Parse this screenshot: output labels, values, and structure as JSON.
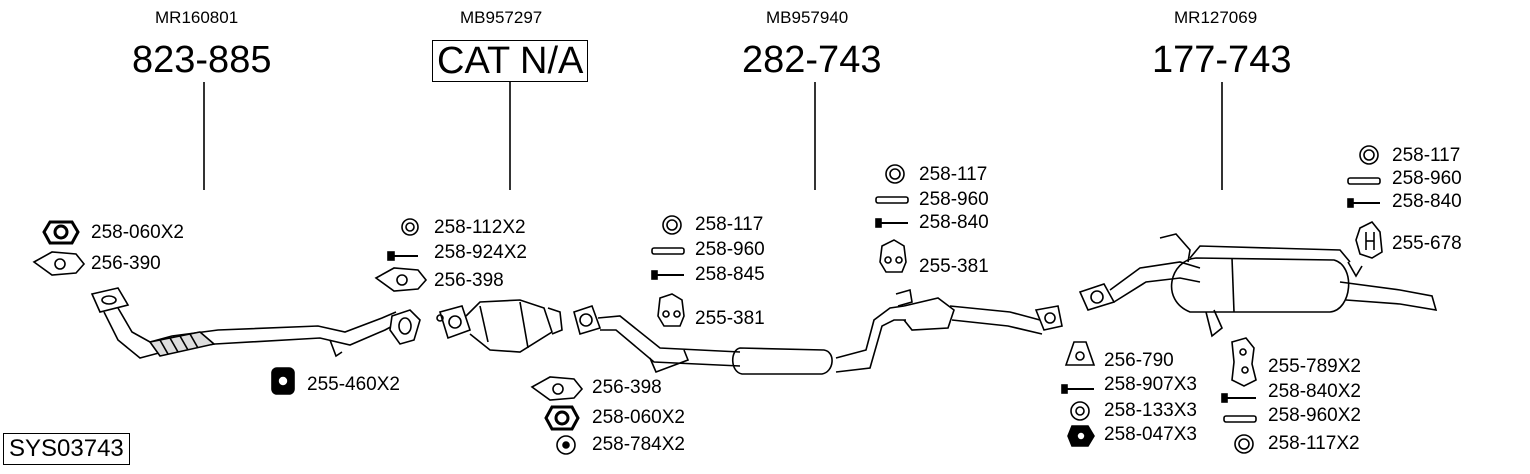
{
  "sections": [
    {
      "oem": "MR160801",
      "part": "823-885",
      "boxed": false
    },
    {
      "oem": "MB957297",
      "part": "CAT N/A",
      "boxed": true
    },
    {
      "oem": "MB957940",
      "part": "282-743",
      "boxed": false
    },
    {
      "oem": "MR127069",
      "part": "177-743",
      "boxed": false
    }
  ],
  "labels": {
    "s1": [
      "258-060X2",
      "256-390",
      "255-460X2"
    ],
    "s2": [
      "258-112X2",
      "258-924X2",
      "256-398",
      "256-398",
      "258-060X2",
      "258-784X2"
    ],
    "s3": [
      "258-117",
      "258-960",
      "258-845",
      "255-381"
    ],
    "s4": [
      "258-117",
      "258-960",
      "258-840",
      "255-381"
    ],
    "s5": [
      "258-117",
      "258-960",
      "258-840",
      "255-678"
    ],
    "s6": [
      "256-790",
      "258-907X3",
      "258-133X3",
      "258-047X3"
    ],
    "s7": [
      "255-789X2",
      "258-840X2",
      "258-960X2",
      "258-117X2"
    ]
  },
  "system_code": "SYS03743"
}
